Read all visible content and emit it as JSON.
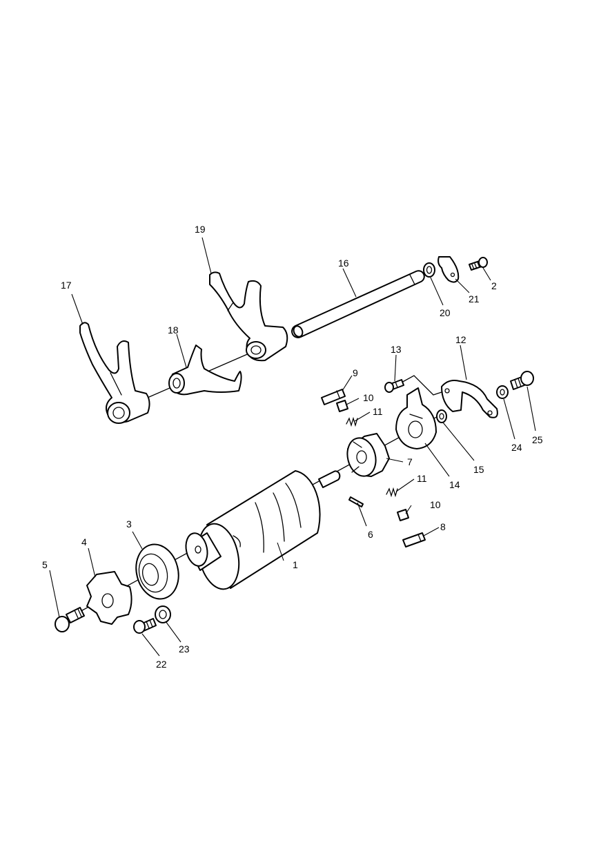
{
  "diagram": {
    "colors": {
      "line": "#000000",
      "fill": "#ffffff",
      "background": "#ffffff"
    },
    "callouts": [
      {
        "id": "c1",
        "text": "1"
      },
      {
        "id": "c2",
        "text": "2"
      },
      {
        "id": "c3",
        "text": "3"
      },
      {
        "id": "c4",
        "text": "4"
      },
      {
        "id": "c5",
        "text": "5"
      },
      {
        "id": "c6",
        "text": "6"
      },
      {
        "id": "c7",
        "text": "7"
      },
      {
        "id": "c8",
        "text": "8"
      },
      {
        "id": "c9",
        "text": "9"
      },
      {
        "id": "c10a",
        "text": "10"
      },
      {
        "id": "c10b",
        "text": "10"
      },
      {
        "id": "c11a",
        "text": "11"
      },
      {
        "id": "c11b",
        "text": "11"
      },
      {
        "id": "c12",
        "text": "12"
      },
      {
        "id": "c13",
        "text": "13"
      },
      {
        "id": "c14",
        "text": "14"
      },
      {
        "id": "c15",
        "text": "15"
      },
      {
        "id": "c16",
        "text": "16"
      },
      {
        "id": "c17",
        "text": "17"
      },
      {
        "id": "c18",
        "text": "18"
      },
      {
        "id": "c19",
        "text": "19"
      },
      {
        "id": "c20",
        "text": "20"
      },
      {
        "id": "c21",
        "text": "21"
      },
      {
        "id": "c22",
        "text": "22"
      },
      {
        "id": "c23",
        "text": "23"
      },
      {
        "id": "c24",
        "text": "24"
      },
      {
        "id": "c25",
        "text": "25"
      }
    ]
  }
}
